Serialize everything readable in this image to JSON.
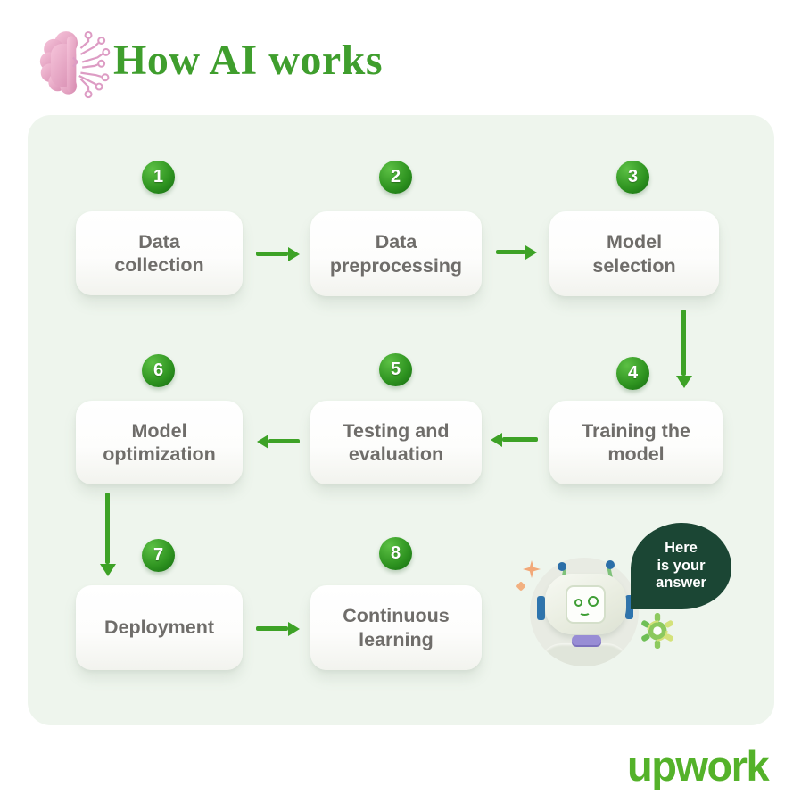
{
  "header": {
    "title": "How AI works"
  },
  "steps": [
    {
      "num": "1",
      "label": "Data collection"
    },
    {
      "num": "2",
      "label": "Data preprocessing"
    },
    {
      "num": "3",
      "label": "Model selection"
    },
    {
      "num": "4",
      "label": "Training the model"
    },
    {
      "num": "5",
      "label": "Testing and evaluation"
    },
    {
      "num": "6",
      "label": "Model optimization"
    },
    {
      "num": "7",
      "label": "Deployment"
    },
    {
      "num": "8",
      "label": "Continuous learning"
    }
  ],
  "mascot": {
    "speech_line1": "Here",
    "speech_line2": "is your",
    "speech_line3": "answer"
  },
  "footer": {
    "logo_text": "upwork"
  },
  "icons": {
    "header": "brain-circuit-icon",
    "mascot": "robot-icon",
    "gear": "gear-icon",
    "sparkle": "sparkle-icon"
  },
  "colors": {
    "accent_green": "#3da226",
    "badge_green": "#2e9320",
    "title_green": "#3f9e2d",
    "panel_bg": "#eef5ed",
    "bubble_green": "#1b4634",
    "logo_green": "#54b22a",
    "box_text": "#6f6d6a",
    "brain_pink": "#eeaccb"
  }
}
